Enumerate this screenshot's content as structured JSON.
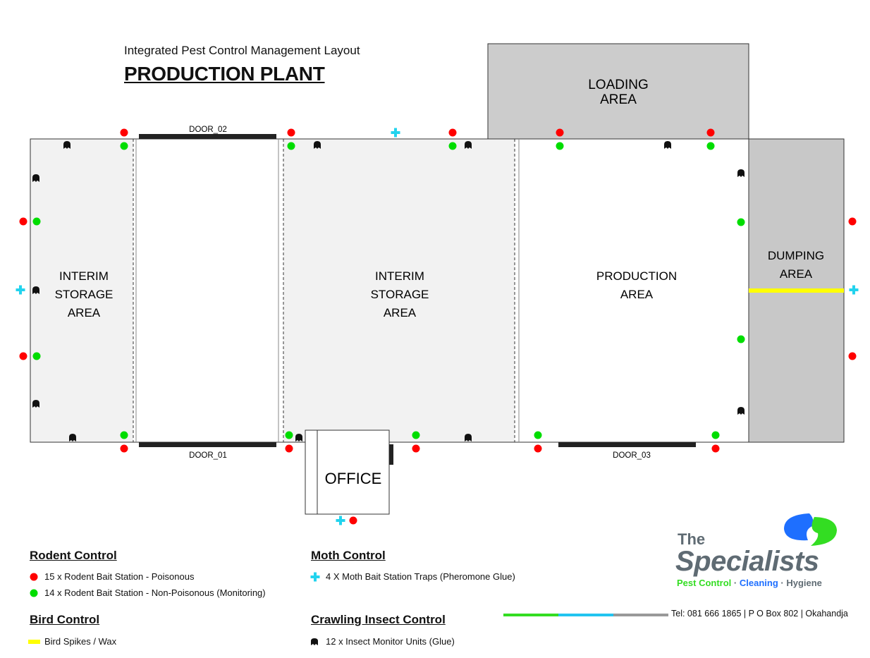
{
  "header": {
    "subtitle": "Integrated Pest Control Management Layout",
    "title": "PRODUCTION PLANT"
  },
  "areas": {
    "loading": [
      "LOADING",
      "AREA"
    ],
    "dumping": [
      "DUMPING",
      "AREA"
    ],
    "interim_left": [
      "INTERIM",
      "STORAGE",
      "AREA"
    ],
    "interim_center": [
      "INTERIM",
      "STORAGE",
      "AREA"
    ],
    "production": [
      "PRODUCTION",
      "AREA"
    ],
    "office": "OFFICE"
  },
  "doors": {
    "door_02": "DOOR_02",
    "door_01": "DOOR_01",
    "door_03": "DOOR_03"
  },
  "legend": {
    "rodent": {
      "heading": "Rodent Control",
      "poisonous": "15 x Rodent Bait Station - Poisonous",
      "monitoring": "14 x Rodent Bait Station - Non-Poisonous (Monitoring)"
    },
    "bird": {
      "heading": "Bird Control",
      "item": "Bird Spikes / Wax"
    },
    "moth": {
      "heading": "Moth Control",
      "item": "4 X Moth Bait Station Traps (Pheromone Glue)"
    },
    "crawling": {
      "heading": "Crawling Insect Control",
      "item": "12 x Insect Monitor Units (Glue)"
    }
  },
  "company": {
    "the": "The",
    "name": "Specialists",
    "tag_pest": "Pest Control",
    "tag_cleaning": "Cleaning",
    "tag_hygiene": "Hygiene",
    "contact": "Tel: 081 666 1865  |  P O Box 802  |  Okahandja"
  },
  "colors": {
    "poisonous": "#ff0000",
    "monitoring": "#00dd00",
    "moth": "#22d3ee",
    "bird": "#ffff00",
    "insect": "#111111",
    "grey_area": "#c8c8c8",
    "light_area": "#f2f2f2",
    "brand_grey": "#5f6b73",
    "brand_green": "#33dd22",
    "brand_blue": "#1e6fff"
  },
  "icons": {
    "poisonous": "red-dot-icon",
    "monitoring": "green-dot-icon",
    "moth": "cross-icon",
    "insect": "insect-monitor-icon"
  }
}
